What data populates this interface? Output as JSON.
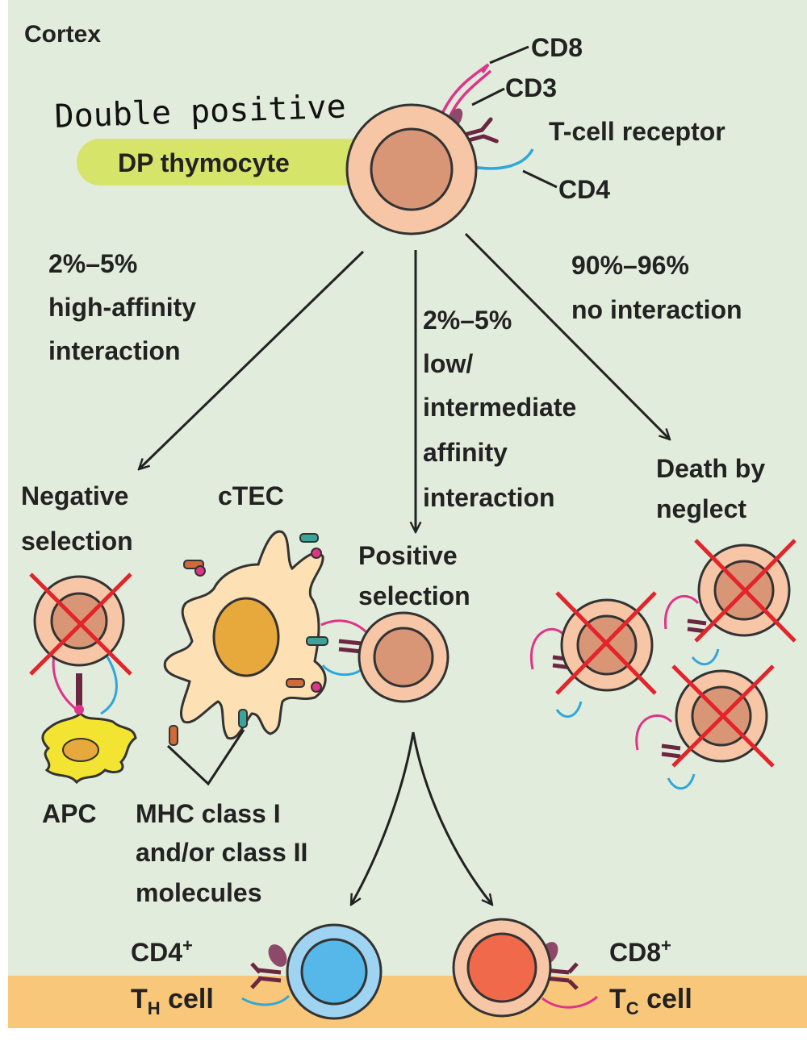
{
  "region_top": "Cortex",
  "handwritten_note": "Double positive",
  "dp_label": "DP thymocyte",
  "receptors": {
    "cd8": "CD8",
    "cd3": "CD3",
    "tcr": "T-cell receptor",
    "cd4": "CD4"
  },
  "paths": {
    "left": {
      "lines": [
        "2%–5%",
        "high-affinity",
        "interaction"
      ]
    },
    "middle": {
      "lines": [
        "2%–5%",
        "low/",
        "intermediate",
        "affinity",
        "interaction"
      ]
    },
    "right": {
      "lines": [
        "90%–96%",
        "no interaction"
      ]
    }
  },
  "outcomes": {
    "negative": [
      "Negative",
      "selection"
    ],
    "positive": [
      "Positive",
      "selection"
    ],
    "neglect": [
      "Death by",
      "neglect"
    ]
  },
  "ctec_label": "cTEC",
  "apc_label": "APC",
  "mhc_lines": [
    "MHC class I",
    "and/or class II",
    "molecules"
  ],
  "products": {
    "cd4_top": "CD4",
    "cd4_sup": "+",
    "th": "T",
    "th_sub": "H",
    "th_rest": " cell",
    "cd8_top": "CD8",
    "cd8_sup": "+",
    "tc": "T",
    "tc_sub": "C",
    "tc_rest": " cell"
  },
  "colors": {
    "background": "#e2ecdc",
    "medulla_band": "#f8c77a",
    "dp_highlight": "#d6e46a",
    "cell_outer": "#f6c6a6",
    "cell_inner": "#d99677",
    "ctec_body": "#fde0b4",
    "ctec_nucleus": "#e8a93c",
    "apc": "#f2e430",
    "cd8_color": "#e0338a",
    "cd4_color": "#2ea7dc",
    "tcr_color": "#6b2741",
    "cross": "#e3242b",
    "th_cell": "#9fd3f2",
    "tc_cell": "#f0694a"
  }
}
